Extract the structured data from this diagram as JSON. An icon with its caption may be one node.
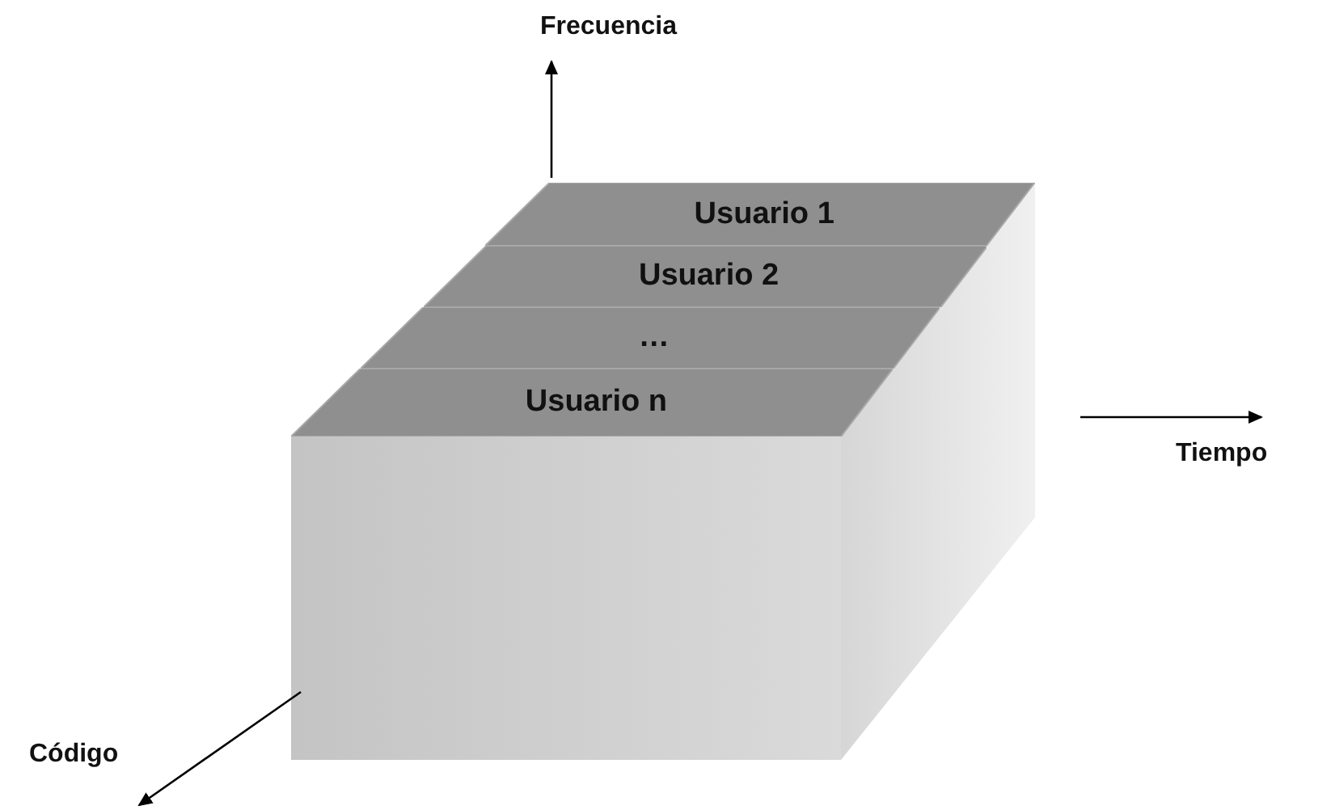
{
  "diagram": {
    "nodes": [
      {
        "text": [
          "Usuario 1"
        ]
      },
      {
        "text": [
          "Usuario 2"
        ]
      },
      {
        "text": [
          "…"
        ]
      },
      {
        "text": [
          "Usuario n"
        ]
      }
    ],
    "labels": [
      "Frecuencia",
      "Tiempo",
      "Código"
    ]
  }
}
